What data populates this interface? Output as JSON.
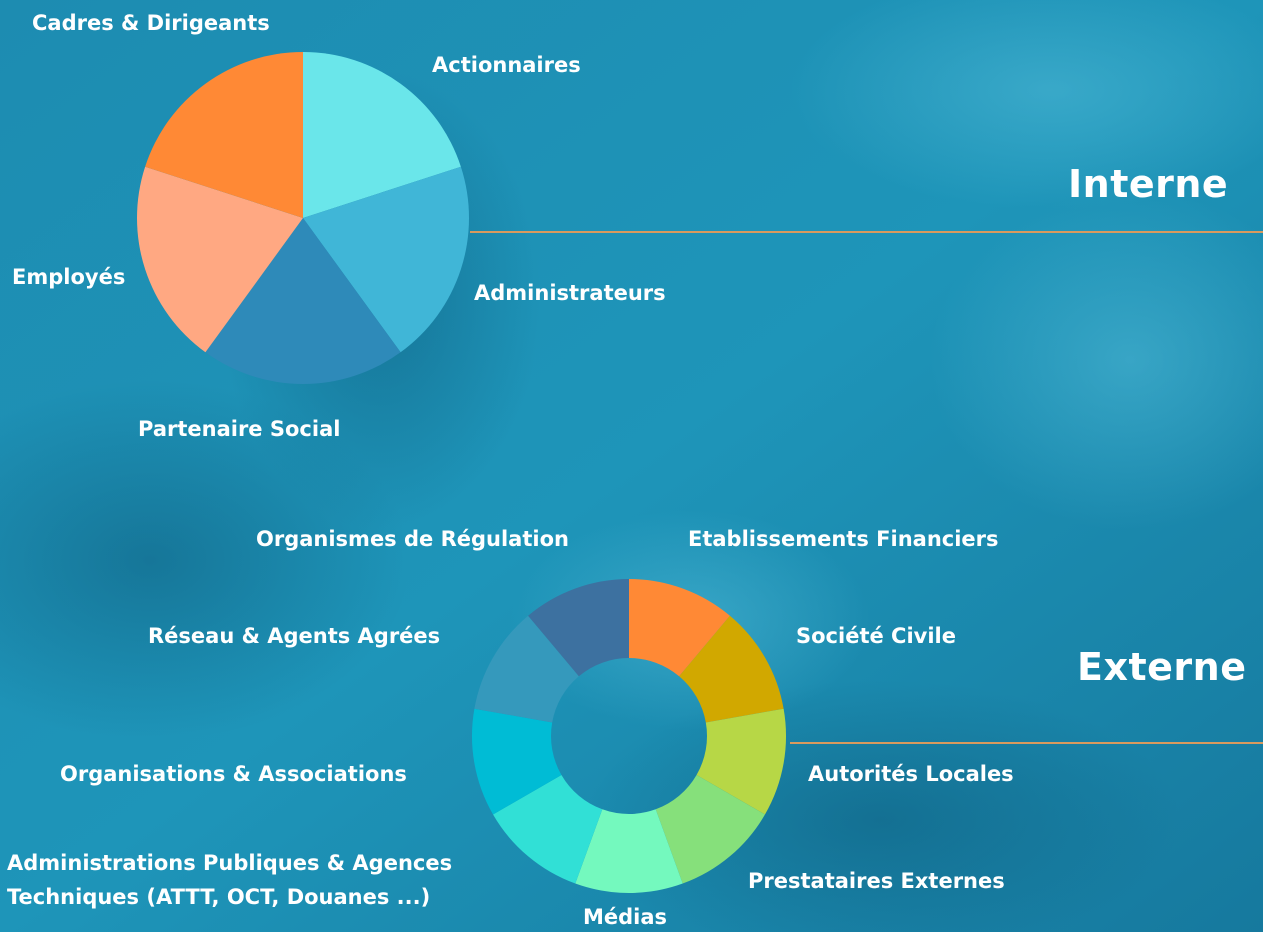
{
  "colors": {
    "background": "#1b8fb3",
    "divider": "#d89a5e",
    "text": "#ffffff"
  },
  "sections": {
    "internal_title": "Interne",
    "external_title": "Externe"
  },
  "chart_data": [
    {
      "type": "pie",
      "categories": [
        "Actionnaires",
        "Administrateurs",
        "Partenaire Social",
        "Employés",
        "Cadres & Dirigeants"
      ],
      "values": [
        1,
        1,
        1,
        1,
        1
      ],
      "colors": [
        "#6ae6ea",
        "#40b6d7",
        "#2e8ab9",
        "#ffa882",
        "#ff8935"
      ]
    },
    {
      "type": "pie",
      "donut": true,
      "categories": [
        "Etablissements Financiers",
        "Société Civile",
        "Autorités Locales",
        "Prestataires Externes",
        "Médias",
        "Administrations Publiques & Agences Techniques (ATTT, OCT, Douanes ...)",
        "Organisations & Associations",
        "Réseau & Agents Agrées",
        "Organismes de Régulation"
      ],
      "values": [
        1,
        1,
        1,
        1,
        1,
        1,
        1,
        1,
        1
      ],
      "colors": [
        "#ff8935",
        "#d1a800",
        "#b7d746",
        "#86e07b",
        "#74f9be",
        "#31e0d6",
        "#00bcd5",
        "#3599bc",
        "#3d71a0"
      ]
    }
  ]
}
